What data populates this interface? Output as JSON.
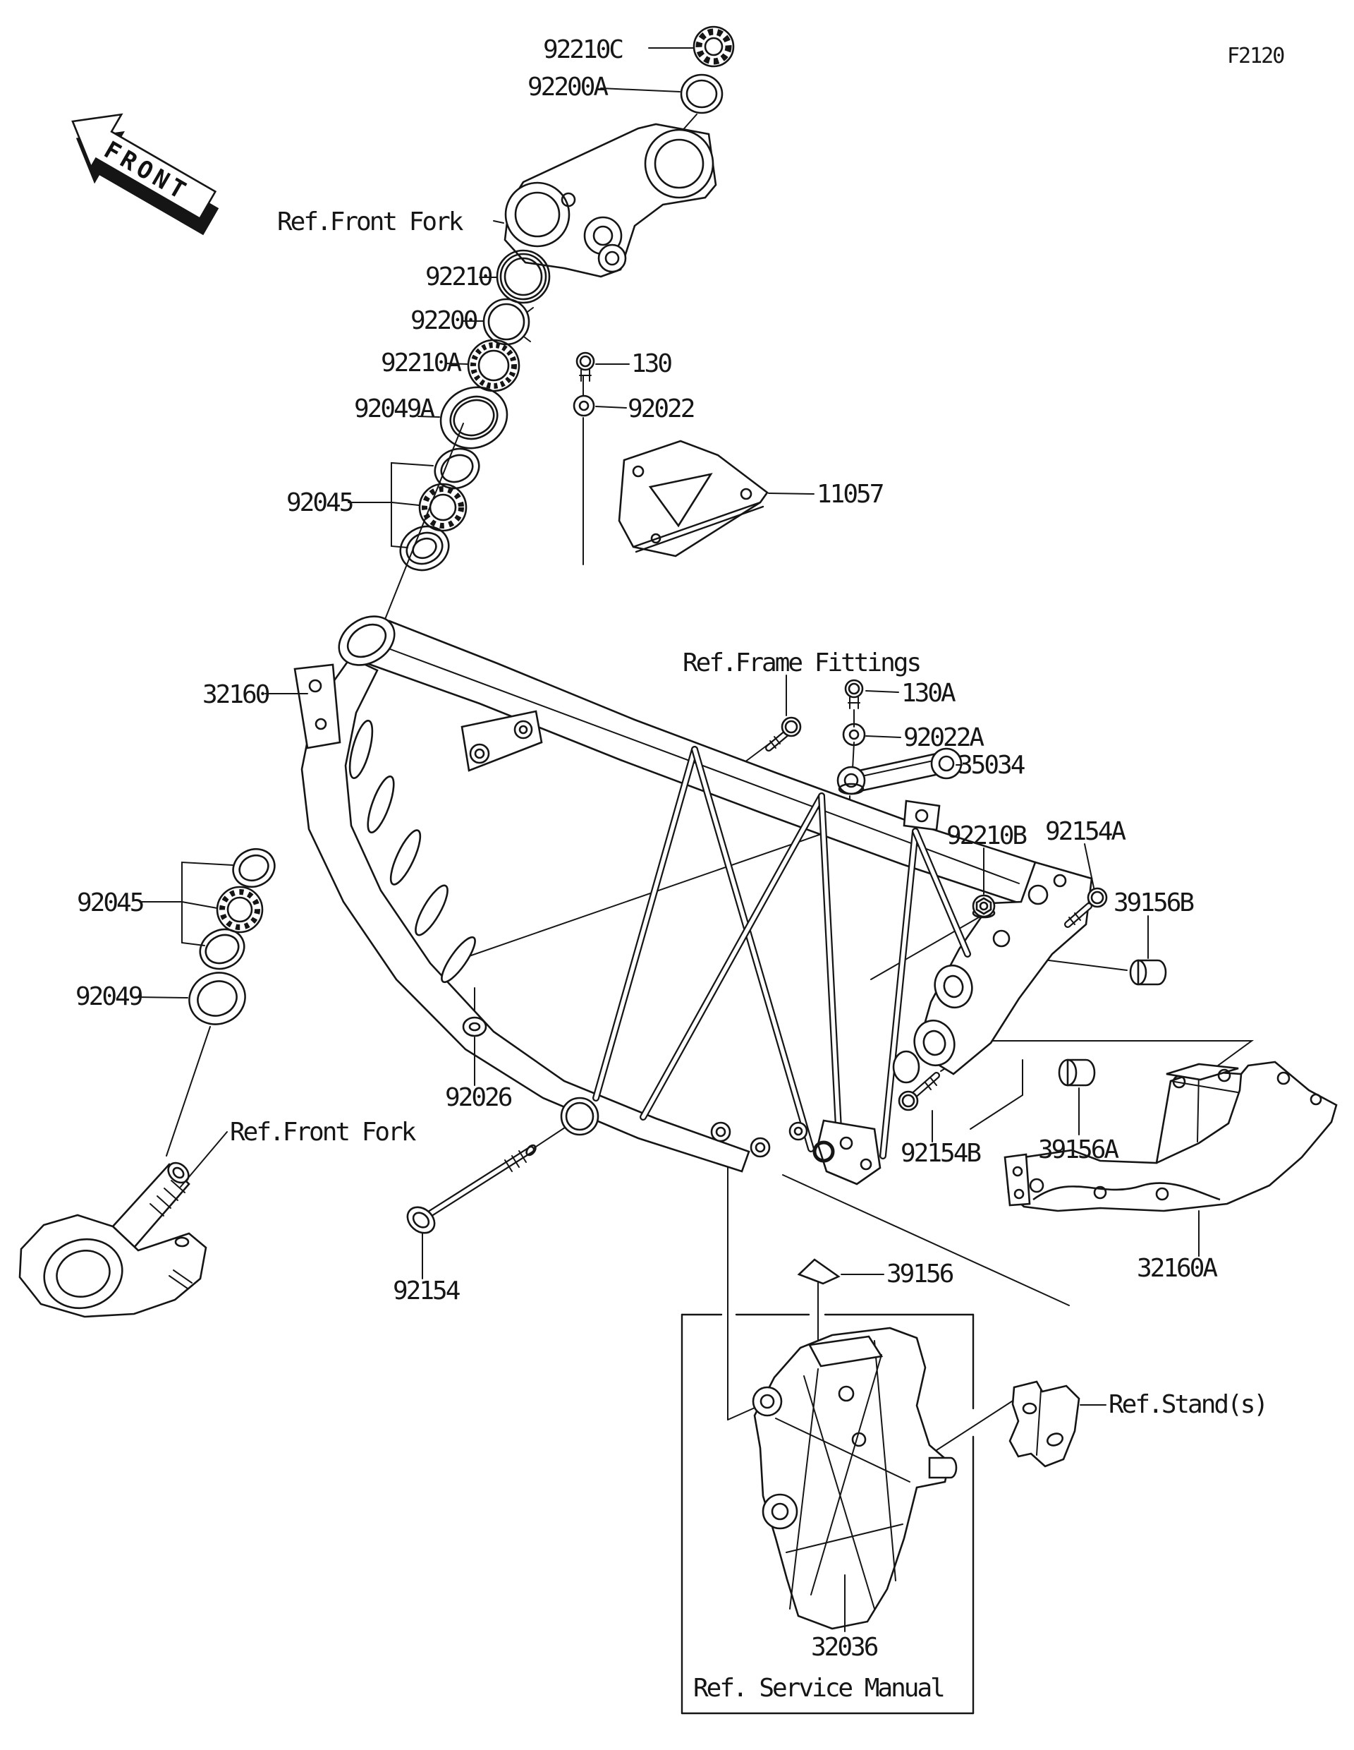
{
  "page": {
    "figure_code": "F2120",
    "orientation_marker": "FRONT",
    "drawing_type": "exploded-parts-diagram",
    "subject": "Frame"
  },
  "callouts": {
    "c92210c": "92210C",
    "c92200a": "92200A",
    "c92210": "92210",
    "c92200": "92200",
    "c92210a": "92210A",
    "c92049a": "92049A",
    "c92045_top": "92045",
    "c130": "130",
    "c92022": "92022",
    "c11057": "11057",
    "c130a": "130A",
    "c92022a": "92022A",
    "c35034": "35034",
    "c32160": "32160",
    "c92210b": "92210B",
    "c92154a": "92154A",
    "c39156b": "39156B",
    "c92045_left": "92045",
    "c92049": "92049",
    "c92026": "92026",
    "c92154": "92154",
    "c92154b": "92154B",
    "c39156a": "39156A",
    "c32160a": "32160A",
    "c39156": "39156",
    "c32036": "32036"
  },
  "references": {
    "front_fork_top": "Ref.Front Fork",
    "frame_fittings": "Ref.Frame Fittings",
    "front_fork_bottom": "Ref.Front Fork",
    "stands": "Ref.Stand(s)",
    "service_manual": "Ref. Service Manual"
  }
}
